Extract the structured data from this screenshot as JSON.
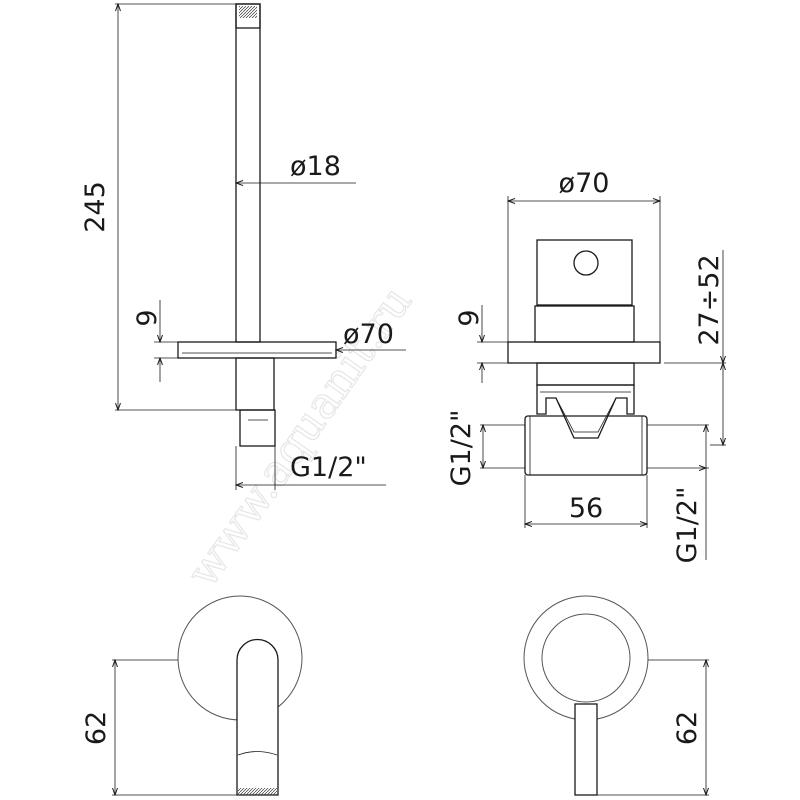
{
  "watermark": "www.aquanit.ru",
  "side_view": {
    "height_dim": "245",
    "spout_diameter_dim": "ø18",
    "plate_diameter_dim": "ø70",
    "plate_thickness_dim": "9",
    "thread_dim": "G1/2\""
  },
  "valve_view": {
    "plate_diameter_dim": "ø70",
    "plate_thickness_dim": "9",
    "depth_range_dim": "27÷52",
    "inlet_left_dim": "G1/2\"",
    "body_width_dim": "56",
    "inlet_right_dim": "G1/2\""
  },
  "front_views": {
    "spout_height_dim": "62",
    "lever_height_dim": "62"
  }
}
